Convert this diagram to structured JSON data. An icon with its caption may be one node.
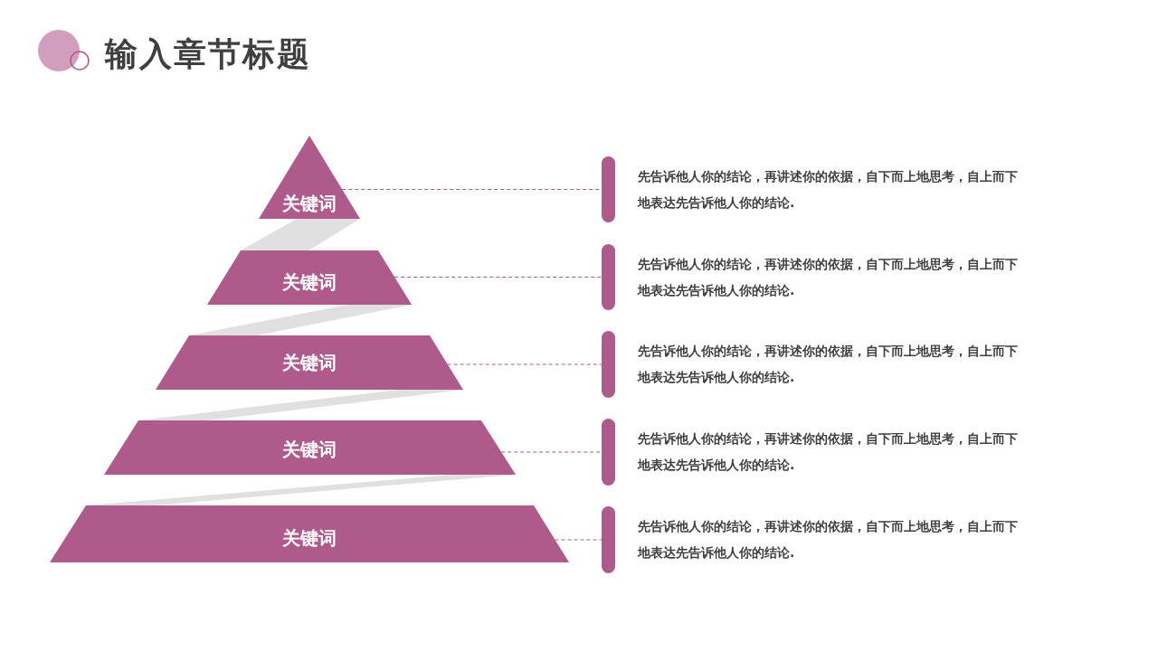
{
  "diagram": {
    "title": "输入章节标题",
    "nodes": [
      {
        "text": [
          "关键词"
        ]
      },
      {
        "text": [
          "关键词"
        ]
      },
      {
        "text": [
          "关键词"
        ]
      },
      {
        "text": [
          "关键词"
        ]
      },
      {
        "text": [
          "关键词"
        ]
      },
      {
        "text": [
          "先告诉他人你的结论，再讲述你的依据，自下而上地思考，自上而下地表达先告诉他人你的结论."
        ]
      },
      {
        "text": [
          "先告诉他人你的结论，再讲述你的依据，自下而上地思考，自上而下地表达先告诉他人你的结论."
        ]
      },
      {
        "text": [
          "先告诉他人你的结论，再讲述你的依据，自下而上地思考，自上而下地表达先告诉他人你的结论."
        ]
      },
      {
        "text": [
          "先告诉他人你的结论，再讲述你的依据，自下而上地思考，自上而下地表达先告诉他人你的结论."
        ]
      },
      {
        "text": [
          "先告诉他人你的结论，再讲述你的依据，自下而上地思考，自上而下地表达先告诉他人你的结论."
        ]
      }
    ],
    "edges": [
      {
        "from": 0,
        "to": 5,
        "arrow": "none",
        "style": "dashed"
      },
      {
        "from": 1,
        "to": 6,
        "arrow": "none",
        "style": "dashed"
      },
      {
        "from": 2,
        "to": 7,
        "arrow": "none",
        "style": "dashed"
      },
      {
        "from": 3,
        "to": 8,
        "arrow": "none",
        "style": "dashed"
      },
      {
        "from": 4,
        "to": 9,
        "arrow": "none",
        "style": "dashed"
      }
    ]
  }
}
